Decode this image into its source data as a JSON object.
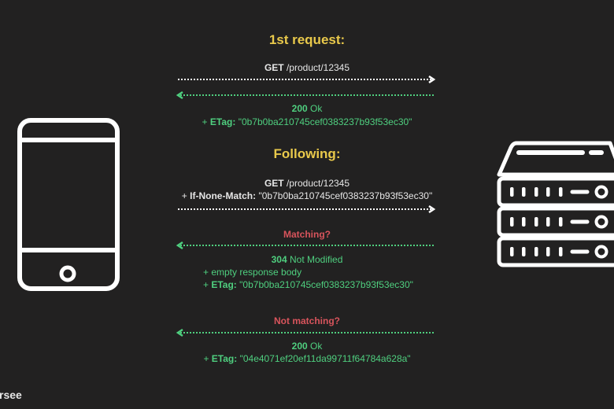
{
  "first": {
    "title": "1st request:",
    "request_method": "GET",
    "request_path": "/product/12345",
    "status_code": "200",
    "status_text": "Ok",
    "etag_prefix": "+",
    "etag_label": "ETag:",
    "etag_value": "\"0b7b0ba210745cef0383237b93f53ec30\""
  },
  "following": {
    "title": "Following:",
    "request_method": "GET",
    "request_path": "/product/12345",
    "header_prefix": "+",
    "header_label": "If-None-Match:",
    "header_value": "\"0b7b0ba210745cef0383237b93f53ec30\"",
    "matching": {
      "label": "Matching?",
      "status_code": "304",
      "status_text": "Not Modified",
      "note": "+ empty response body",
      "etag_prefix": "+",
      "etag_label": "ETag:",
      "etag_value": "\"0b7b0ba210745cef0383237b93f53ec30\""
    },
    "not_matching": {
      "label": "Not matching?",
      "status_code": "200",
      "status_text": "Ok",
      "etag_prefix": "+",
      "etag_label": "ETag:",
      "etag_value": "\"04e4071ef20ef11da99711f64784a628a\""
    }
  },
  "brand": {
    "logo_text": "rsee"
  },
  "colors": {
    "background": "#222121",
    "heading": "#e9c94b",
    "response": "#4fcf7f",
    "condition": "#d8545c",
    "request": "#e6e6e6"
  }
}
